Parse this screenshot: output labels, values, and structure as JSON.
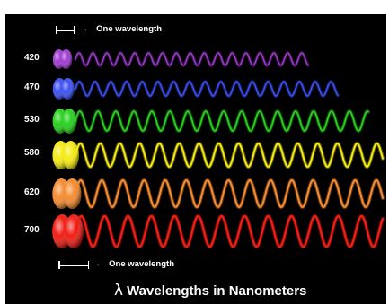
{
  "scale_notes": {
    "top": "One wavelength",
    "bottom": "One wavelength",
    "arrow": "←"
  },
  "caption": {
    "symbol": "λ",
    "text": "Wavelengths in Nanometers"
  },
  "waves": [
    {
      "nm": "420",
      "color": "#a03cd2"
    },
    {
      "nm": "470",
      "color": "#3c50f5"
    },
    {
      "nm": "530",
      "color": "#28d21e"
    },
    {
      "nm": "580",
      "color": "#f5eb14"
    },
    {
      "nm": "620",
      "color": "#f58c32"
    },
    {
      "nm": "700",
      "color": "#f01e14"
    }
  ]
}
